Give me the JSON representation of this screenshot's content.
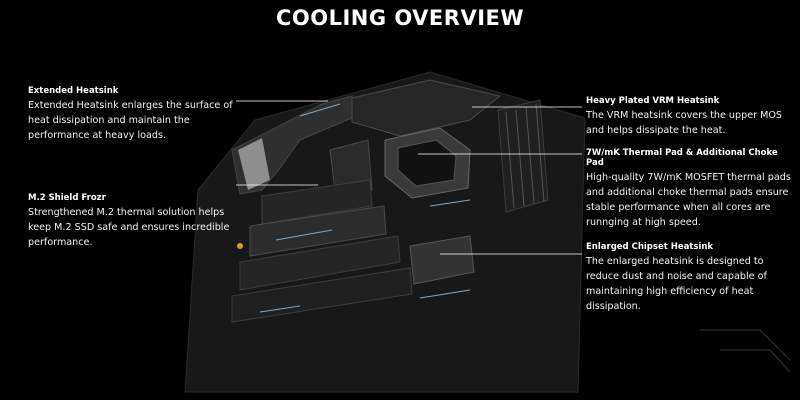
{
  "page": {
    "title": "COOLING OVERVIEW"
  },
  "features": {
    "extended_heatsink": {
      "title": "Extended Heatsink",
      "description": "Extended Heatsink enlarges the surface of heat dissipation and maintain the performance at heavy loads."
    },
    "m2_shield": {
      "title": "M.2 Shield Frozr",
      "description": "Strengthened M.2 thermal solution helps keep M.2 SSD safe and ensures incredible performance."
    },
    "vrm_heatsink": {
      "title": "Heavy Plated VRM Heatsink",
      "description": "The VRM heatsink covers the upper MOS and helps dissipate the heat."
    },
    "thermal_pad": {
      "title": "7W/mK Thermal Pad & Additional Choke Pad",
      "description": "High-quality 7W/mK MOSFET thermal pads and additional choke thermal pads ensure stable performance when all cores are runnging at high speed."
    },
    "chipset_heatsink": {
      "title": "Enlarged Chipset Heatsink",
      "description": "The enlarged heatsink is designed to reduce dust and noise and capable of maintaining high efficiency of heat dissipation."
    }
  },
  "colors": {
    "background": "#000000",
    "board": "#1c1c1c",
    "heatsink": "#2e2e2e",
    "accent": "#7fa8c0",
    "leader_line": "#ffffff"
  }
}
